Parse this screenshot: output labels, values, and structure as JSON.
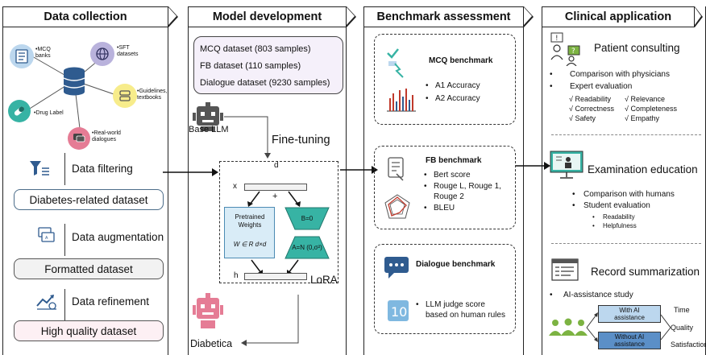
{
  "columns": {
    "data_collection": "Data collection",
    "model_development": "Model development",
    "benchmark_assessment": "Benchmark assessment",
    "clinical_application": "Clinical application"
  },
  "data_collection": {
    "sources": {
      "mcq": "•MCQ\nbanks",
      "sft": "•SFT\ndatasets",
      "guidelines": "•Guidelines,\ntextbooks",
      "drug": "•Drug Label",
      "real_world": "•Real-world\ndialogues"
    },
    "steps": {
      "filtering": "Data filtering",
      "augmentation": "Data augmentation",
      "refinement": "Data refinement"
    },
    "boxes": {
      "diabetes": "Diabetes-related dataset",
      "formatted": "Formatted dataset",
      "high_quality": "High quality dataset"
    }
  },
  "model_development": {
    "datasets": [
      "MCQ dataset (803 samples)",
      "FB dataset (110 samples)",
      "Dialogue dataset (9230 samples)"
    ],
    "base_llm": "Base LLM",
    "fine_tuning": "Fine-tuning",
    "lora": {
      "d": "d",
      "x": "x",
      "plus": "+",
      "pretrained": "Pretrained\nWeights",
      "w_formula": "W ∈ R d×d",
      "b0": "B=0",
      "a_formula": "A=N (0,σ²)",
      "h": "h",
      "label": "LoRA"
    },
    "diabetica": "Diabetica"
  },
  "benchmark": {
    "mcq": {
      "title": "MCQ benchmark",
      "items": [
        "A1 Accuracy",
        "A2 Accuracy"
      ]
    },
    "fb": {
      "title": "FB benchmark",
      "items": [
        "Bert score",
        "Rouge L, Rouge 1,\nRouge 2",
        "BLEU"
      ]
    },
    "dialogue": {
      "title": "Dialogue benchmark",
      "items": [
        "LLM judge score\nbased on human rules"
      ]
    }
  },
  "clinical": {
    "patient": {
      "title": "Patient consulting",
      "items": [
        "Comparison with physicians",
        "Expert evaluation"
      ],
      "criteria_left": [
        "√ Readability",
        "√ Correctness",
        "√ Safety"
      ],
      "criteria_right": [
        "√ Relevance",
        "√ Completeness",
        "√ Empathy"
      ]
    },
    "exam": {
      "title": "Examination education",
      "items": [
        "Comparison with humans",
        "Student evaluation"
      ],
      "sub_items": [
        "Readability",
        "Helpfulness"
      ]
    },
    "record": {
      "title": "Record summarization",
      "study": "AI-assistance study",
      "with_ai": "With AI\nassistance",
      "without_ai": "Without AI\nassistance",
      "metrics": [
        "Time",
        "Quality",
        "Satisfaction"
      ]
    }
  },
  "colors": {
    "blue_icon": "#2f5b8f",
    "light_blue": "#bcd7ee",
    "teal": "#37b3a4",
    "green": "#7cb342",
    "pink": "#e57c95",
    "dark": "#555555"
  }
}
